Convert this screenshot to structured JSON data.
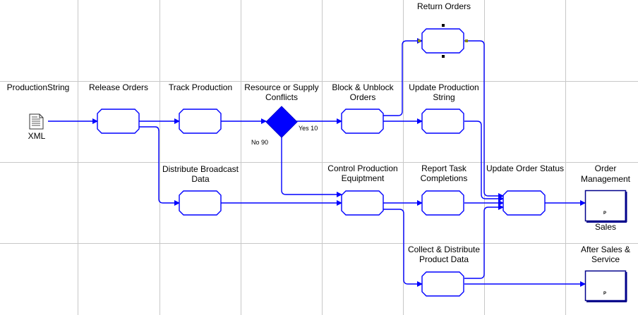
{
  "labels": {
    "production_string": "ProductionString",
    "xml": "XML",
    "release_orders": "Release Orders",
    "track_production": "Track Production",
    "resource_conflicts_1": "Resource or Supply",
    "resource_conflicts_2": "Conflicts",
    "block_unblock_1": "Block & Unblock",
    "block_unblock_2": "Orders",
    "return_orders": "Return Orders",
    "update_prod_string_1": "Update Production",
    "update_prod_string_2": "String",
    "distribute_broadcast_1": "Distribute Broadcast",
    "distribute_broadcast_2": "Data",
    "control_prod_equip_1": "Control Production",
    "control_prod_equip_2": "Equiptment",
    "report_task_1": "Report Task",
    "report_task_2": "Completions",
    "update_order_status": "Update Order Status",
    "order_mgmt_1": "Order",
    "order_mgmt_2": "Management",
    "sales": "Sales",
    "collect_distribute_1": "Collect & Distribute",
    "collect_distribute_2": "Product Data",
    "after_sales_1": "After Sales &",
    "after_sales_2": "Service",
    "yes": "Yes 10",
    "no": "No 90",
    "p1": "P",
    "p2": "P"
  },
  "colors": {
    "flow": "#0000ff",
    "flow_dark": "#00008b",
    "box_fill": "#ffffff",
    "grid": "#c8c8c8"
  }
}
